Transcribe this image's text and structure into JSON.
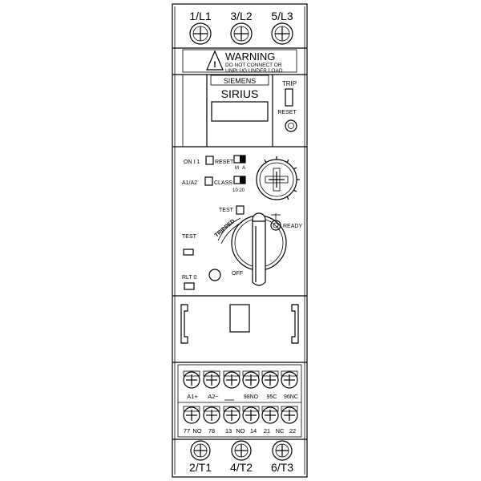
{
  "device": {
    "brand": "SIEMENS",
    "model": "SIRIUS"
  },
  "top_terminals": [
    "1/L1",
    "3/L2",
    "5/L3"
  ],
  "warning": {
    "title": "WARNING",
    "line1": "DO NOT CONNECT OR",
    "line2": "UNPLUG UNDER LOAD"
  },
  "trip_panel": {
    "trip": "TRIP",
    "reset": "RESET"
  },
  "indicators": {
    "on": "ON I 1",
    "reset": "RESET",
    "m": "M",
    "a": "A",
    "a1a2": "A1/A2",
    "class": "CLASS",
    "class_values": "10 20"
  },
  "handle": {
    "test_top": "TEST",
    "tripped": "TRIPPED",
    "ready": "READY",
    "off": "OFF",
    "test_side": "TEST",
    "rlt": "RLT 0"
  },
  "aux_labels_row1": [
    "A1+",
    "A2−",
    "98NO",
    "95C",
    "96NC"
  ],
  "aux_labels_row2": [
    "77",
    "NO",
    "78",
    "13",
    "NO",
    "14",
    "21",
    "NC",
    "22"
  ],
  "bottom_terminals": [
    "2/T1",
    "4/T2",
    "6/T3"
  ]
}
